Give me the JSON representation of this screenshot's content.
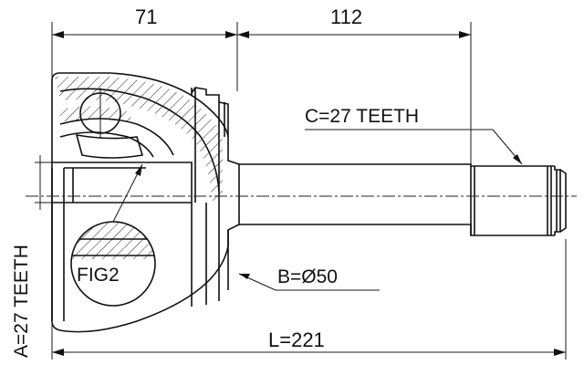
{
  "dimensions": {
    "top_left": "71",
    "top_right": "112",
    "overall_length": "L=221",
    "outer_diameter": "B=Ø50",
    "spline_c": "C=27 TEETH",
    "spline_a": "A=27 TEETH"
  },
  "figure_label": "FIG2",
  "colors": {
    "line": "#111111",
    "background": "#ffffff"
  }
}
